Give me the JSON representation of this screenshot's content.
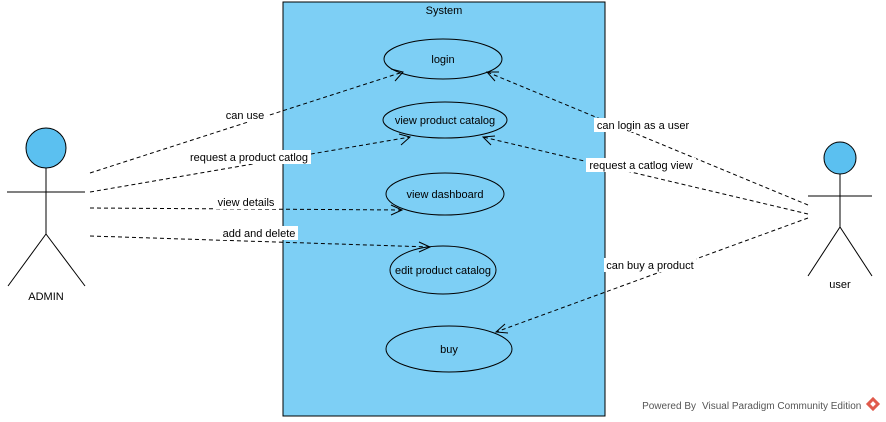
{
  "system": {
    "title": "System"
  },
  "actors": {
    "admin": "ADMIN",
    "user": "user"
  },
  "use_cases": {
    "login": "login",
    "view_catalog": "view product catalog",
    "view_dashboard": "view dashboard",
    "edit_catalog": "edit product catalog",
    "buy": "buy"
  },
  "relations": {
    "can_use": "can use",
    "request_catalog": "request a product catlog",
    "view_details": "view details",
    "add_delete": "add and delete",
    "login_as_user": "can login as a user",
    "request_catlog_view": "request a catlog view",
    "can_buy": "can buy a product"
  },
  "footer": {
    "powered_by": "Powered By",
    "product": "Visual Paradigm Community Edition"
  },
  "colors": {
    "system_fill": "#7dcff5",
    "actor_head": "#5bc0f0",
    "logo": "#e05a4b"
  }
}
